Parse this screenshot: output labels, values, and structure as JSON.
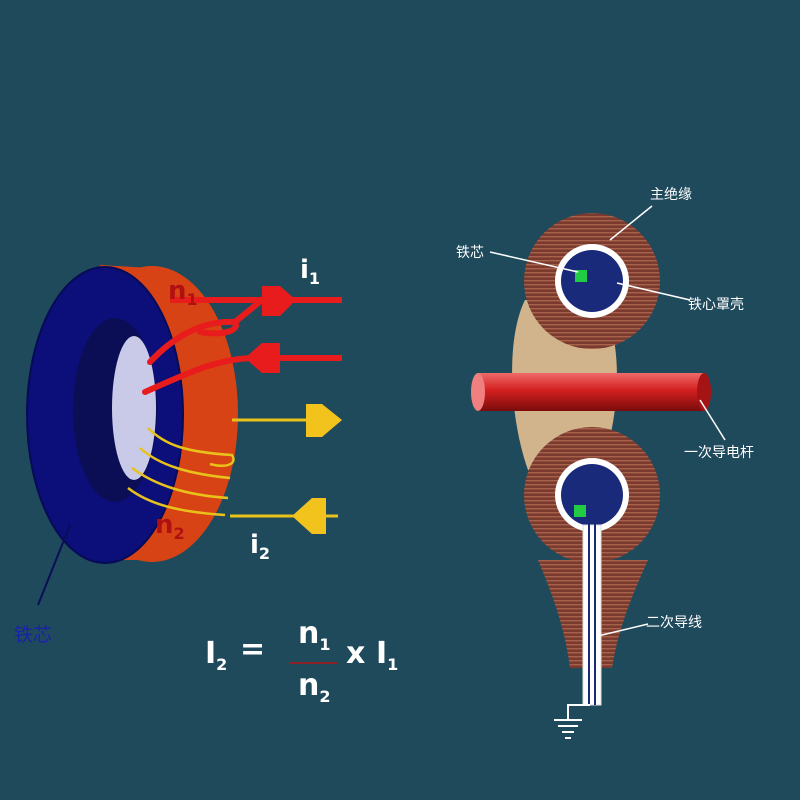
{
  "colors": {
    "background": "#1f4a5c",
    "core_outer": "#0c0f7a",
    "core_band": "#d84315",
    "primary_wire": "#e81c1c",
    "secondary_wire": "#e8c21a",
    "insulation": "#7a3b2e",
    "support": "#d2b48c",
    "conductor": "#cc2222",
    "sensor": "#22cc44"
  },
  "left_diagram": {
    "primary_current": {
      "symbol": "i",
      "sub": "1"
    },
    "secondary_current": {
      "symbol": "i",
      "sub": "2"
    },
    "primary_turns": {
      "symbol": "n",
      "sub": "1"
    },
    "secondary_turns": {
      "symbol": "n",
      "sub": "2"
    },
    "core_label": "铁芯"
  },
  "formula": {
    "lhs": {
      "symbol": "I",
      "sub": "2"
    },
    "equals": "=",
    "numerator": {
      "symbol": "n",
      "sub": "1"
    },
    "denominator": {
      "symbol": "n",
      "sub": "2"
    },
    "times": "x",
    "rhs": {
      "symbol": "I",
      "sub": "1"
    }
  },
  "right_diagram": {
    "labels": {
      "main_insulation": "主绝缘",
      "iron_core": "铁芯",
      "core_shell": "铁心罩壳",
      "primary_conductor": "一次导电杆",
      "secondary_lead": "二次导线"
    }
  }
}
